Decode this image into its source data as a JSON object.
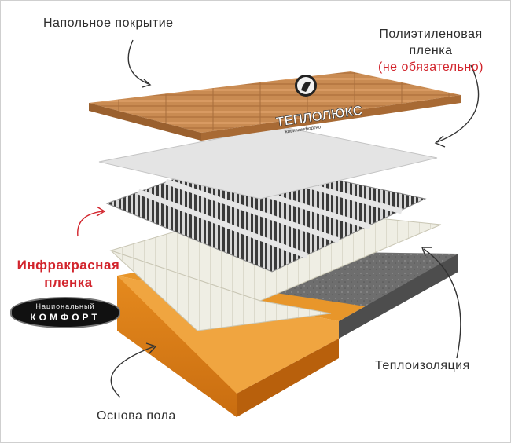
{
  "labels": {
    "floor_cover": "Напольное покрытие",
    "poly_line1": "Полиэтиленовая",
    "poly_line2": "пленка",
    "poly_note": "(не обязательно)",
    "infrared_line1": "Инфракрасная",
    "infrared_line2": "пленка",
    "insulation": "Теплоизоляция",
    "base": "Основа пола"
  },
  "brand_logo": {
    "name": "ТЕПЛОЛЮКС",
    "tagline": "живи комфортно"
  },
  "comfort_logo": {
    "top": "Национальный",
    "main": "КОМФОРТ"
  },
  "colors": {
    "text": "#2e2e2e",
    "accent_red": "#d2242c",
    "wood": "#c98b52",
    "base_orange": "#e8962a",
    "insulation_grid": "#efeee4",
    "concrete": "#6e6e6e"
  }
}
